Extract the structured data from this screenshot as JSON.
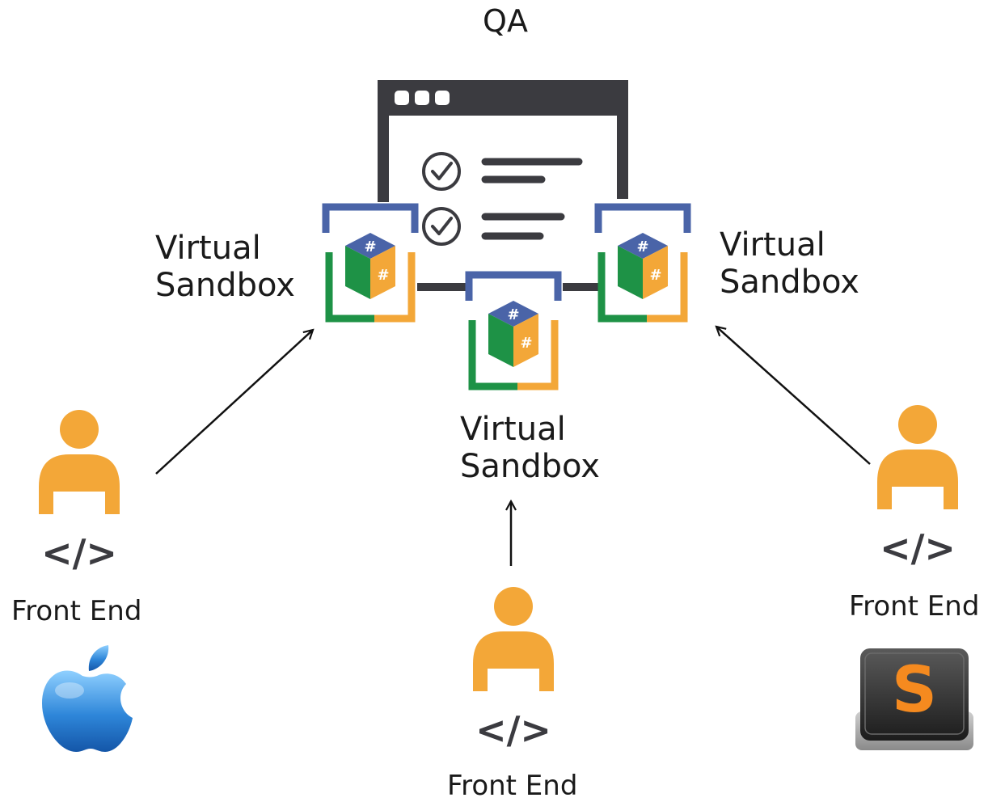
{
  "header": {
    "title": "QA"
  },
  "sandboxes": [
    {
      "id": "left",
      "label_line1": "Virtual",
      "label_line2": "Sandbox"
    },
    {
      "id": "middle",
      "label_line1": "Virtual",
      "label_line2": "Sandbox"
    },
    {
      "id": "right",
      "label_line1": "Virtual",
      "label_line2": "Sandbox"
    }
  ],
  "developers": [
    {
      "id": "left",
      "label": "Front End",
      "platform_icon": "apple-logo-icon"
    },
    {
      "id": "middle",
      "label": "Front End"
    },
    {
      "id": "right",
      "label": "Front End",
      "platform_icon": "sublime-text-icon"
    }
  ],
  "icons": {
    "cube_symbol": "#",
    "code": "</>",
    "editor": "S"
  },
  "colors": {
    "window": "#3b3b40",
    "frame_blue": "#4a64a8",
    "frame_green": "#1e9246",
    "frame_orange": "#f3a738",
    "person": "#f3a738",
    "code_tag": "#3b3b40",
    "arrow": "#111111",
    "apple_blue": "#2e86d9",
    "sublime_dark": "#2b2b2b",
    "sublime_orange": "#f58a1f"
  }
}
